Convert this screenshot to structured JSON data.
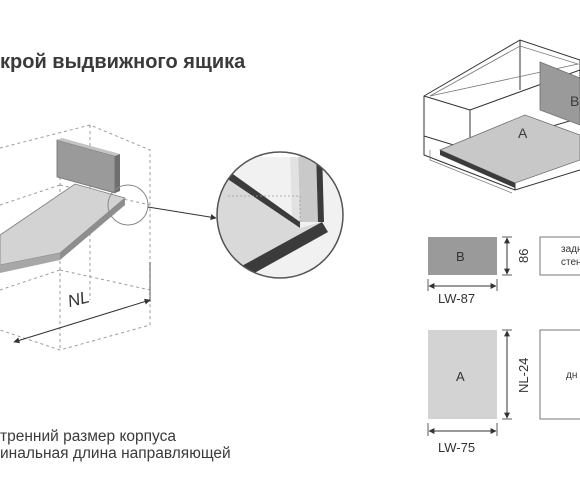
{
  "title": "крой выдвижного ящика",
  "dims": {
    "nl": "NL",
    "b_height": "86",
    "b_width": "LW-87",
    "a_height": "NL-24",
    "a_width": "LW-75"
  },
  "parts": {
    "back_label": "B",
    "bottom_label": "A",
    "back_desc_line1": "задн",
    "back_desc_line2": "стен",
    "bottom_desc": "дн"
  },
  "legend": {
    "line1": "тренний размер корпуса",
    "line2": "инальная длина направляющей"
  },
  "colors": {
    "panel_fill": "#d3d3d3",
    "panel_fill_dark": "#c8c8c8",
    "panel_back": "#9a9a9a",
    "edge_dark": "#3b3b3b",
    "dash": "#9c9c9c",
    "line": "#333333"
  }
}
